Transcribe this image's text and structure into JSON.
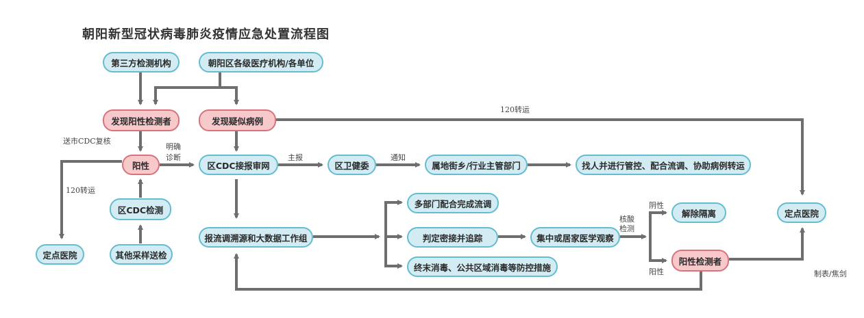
{
  "title": "朝阳新型冠状病毒肺炎疫情应急处置流程图",
  "nodes": {
    "third_party": "第三方检测机构",
    "chaoyang_institutions": "朝阳区各级医疗机构/各单位",
    "found_positive": "发现阳性检测者",
    "found_suspected": "发现疑似病例",
    "positive": "阳性",
    "district_cdc_review": "区CDC接报审网",
    "district_health": "区卫健委",
    "street_dept": "属地街乡/行业主管部门",
    "find_people": "找人并进行管控、配合流调、协助病例转运",
    "district_cdc_test": "区CDC检测",
    "other_sampling": "其他采样送检",
    "designated_hospital_left": "定点医院",
    "trace_team": "报流调溯源和大数据工作组",
    "multi_dept": "多部门配合完成流调",
    "close_contacts": "判定密接并追踪",
    "centralized_obs": "集中或居家医学观察",
    "release": "解除隔离",
    "positive_tested": "阳性检测者",
    "disinfection": "终末消毒、公共区域消毒等防控措施",
    "designated_hospital_right": "定点医院"
  },
  "labels": {
    "transfer_120_top": "120转运",
    "send_cdc": "送市CDC复核",
    "diagnosis_1": "明确",
    "diagnosis_2": "诊断",
    "report": "主报",
    "notify": "通知",
    "transfer_120_left": "120转运",
    "negative": "阴性",
    "nucleic_1": "核酸",
    "nucleic_2": "检测",
    "positive_small": "阳性"
  },
  "credit": "制表/焦剑",
  "colors": {
    "blue_fill": "#d3ecf3",
    "blue_border": "#63bcd0",
    "pink_fill": "#f7c9cb",
    "pink_border": "#d9727b",
    "arrow": "#6e6e6e"
  }
}
